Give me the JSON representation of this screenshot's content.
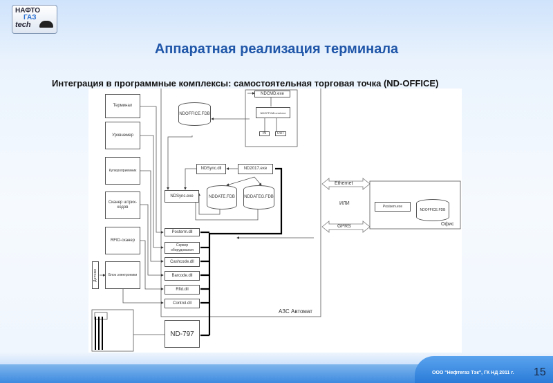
{
  "logo": {
    "line1": "НАФТО",
    "line2": "ГАЗ",
    "line3": "tech"
  },
  "title": "Аппаратная реализация терминала",
  "subtitle": "Интеграция в программные комплексы: самостоятельная торговая точка (ND-OFFICE)",
  "diagram": {
    "devices": [
      "Терминал",
      "Уровнемер",
      "Купюроприемник",
      "Сканер штрих-кодов",
      "RFID-сканер",
      "Блок электроники"
    ],
    "sensors": "Датчики",
    "container_label": "АЗС Автомат",
    "ndcmd": "NDCMD.exe",
    "ndoffxml": "NDOFFXMLcmd.exe",
    "in": "IN",
    "out": "OUT",
    "ndoffice_db": "NDOFFICE.FDB",
    "ndsync_dll": "NDSync.dll",
    "nd2017": "ND2017.exe",
    "ndsync_exe": "NDSync.exe",
    "nddate": "NDDATE.FDB",
    "nddateg": "NDDATEG.FDB",
    "dlls": [
      "Posterm.dll",
      "Сервер оборудования",
      "Cashcode.dll",
      "Barcode.dll",
      "Rfid.dll",
      "Control.dll"
    ],
    "nd797": "ND-797",
    "ethernet": "Ethernet",
    "or": "ИЛИ",
    "gprs": "GPRS",
    "office_label": "Офис",
    "posiserv": "Posiserv.exe",
    "office_db": "NDOFFICE.FDB"
  },
  "footer": {
    "company": "ООО \"Нефтегаз Тэк\", ГК НД 2011 г.",
    "page": "15"
  }
}
